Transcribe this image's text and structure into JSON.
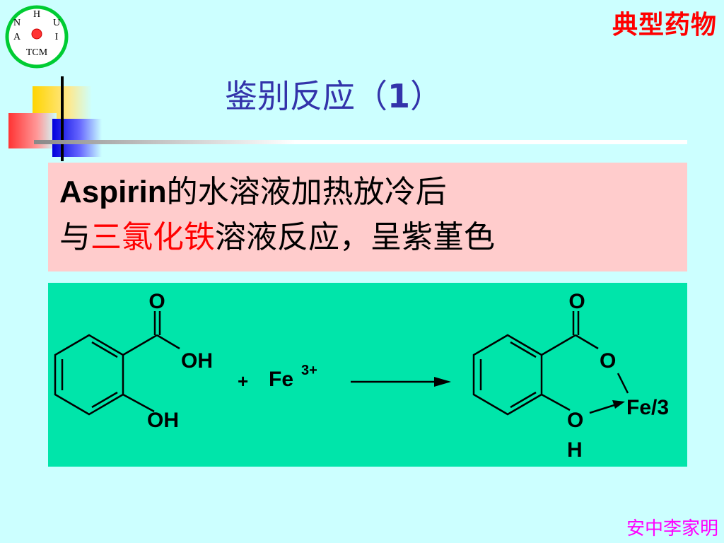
{
  "logo": {
    "top_letter": "H",
    "left_letter_1": "N",
    "right_letter_1": "U",
    "left_letter_2": "A",
    "right_letter_2": "I",
    "bottom_text": "TCM",
    "ring_color": "#00cc33",
    "dot_color": "#ff3333"
  },
  "header": {
    "title": "典型药物"
  },
  "slide": {
    "title_text": "鉴别反应（",
    "title_number": "1",
    "title_close": "）"
  },
  "statement": {
    "line1_subject": "Aspirin",
    "line1_rest": "的水溶液加热放冷后",
    "line2_prefix": "与",
    "line2_reagent": "三氯化铁",
    "line2_rest": "溶液反应，呈紫堇色"
  },
  "reaction": {
    "reactant_carbonyl_o": "O",
    "reactant_acid_oh": "OH",
    "reactant_phenol_oh": "OH",
    "plus": "+",
    "ion": "Fe",
    "ion_charge": "3+",
    "product_carbonyl_o": "O",
    "product_ester_o": "O",
    "product_metal": "Fe/3",
    "product_phenol_o": "O",
    "product_phenol_h": "H"
  },
  "colors": {
    "background": "#ccffff",
    "title": "#3333aa",
    "accent_red": "#ff0000",
    "statement_bg": "#ffcccc",
    "reaction_bg": "#00e5aa",
    "author": "#ff00ff"
  },
  "author": "安中李家明"
}
